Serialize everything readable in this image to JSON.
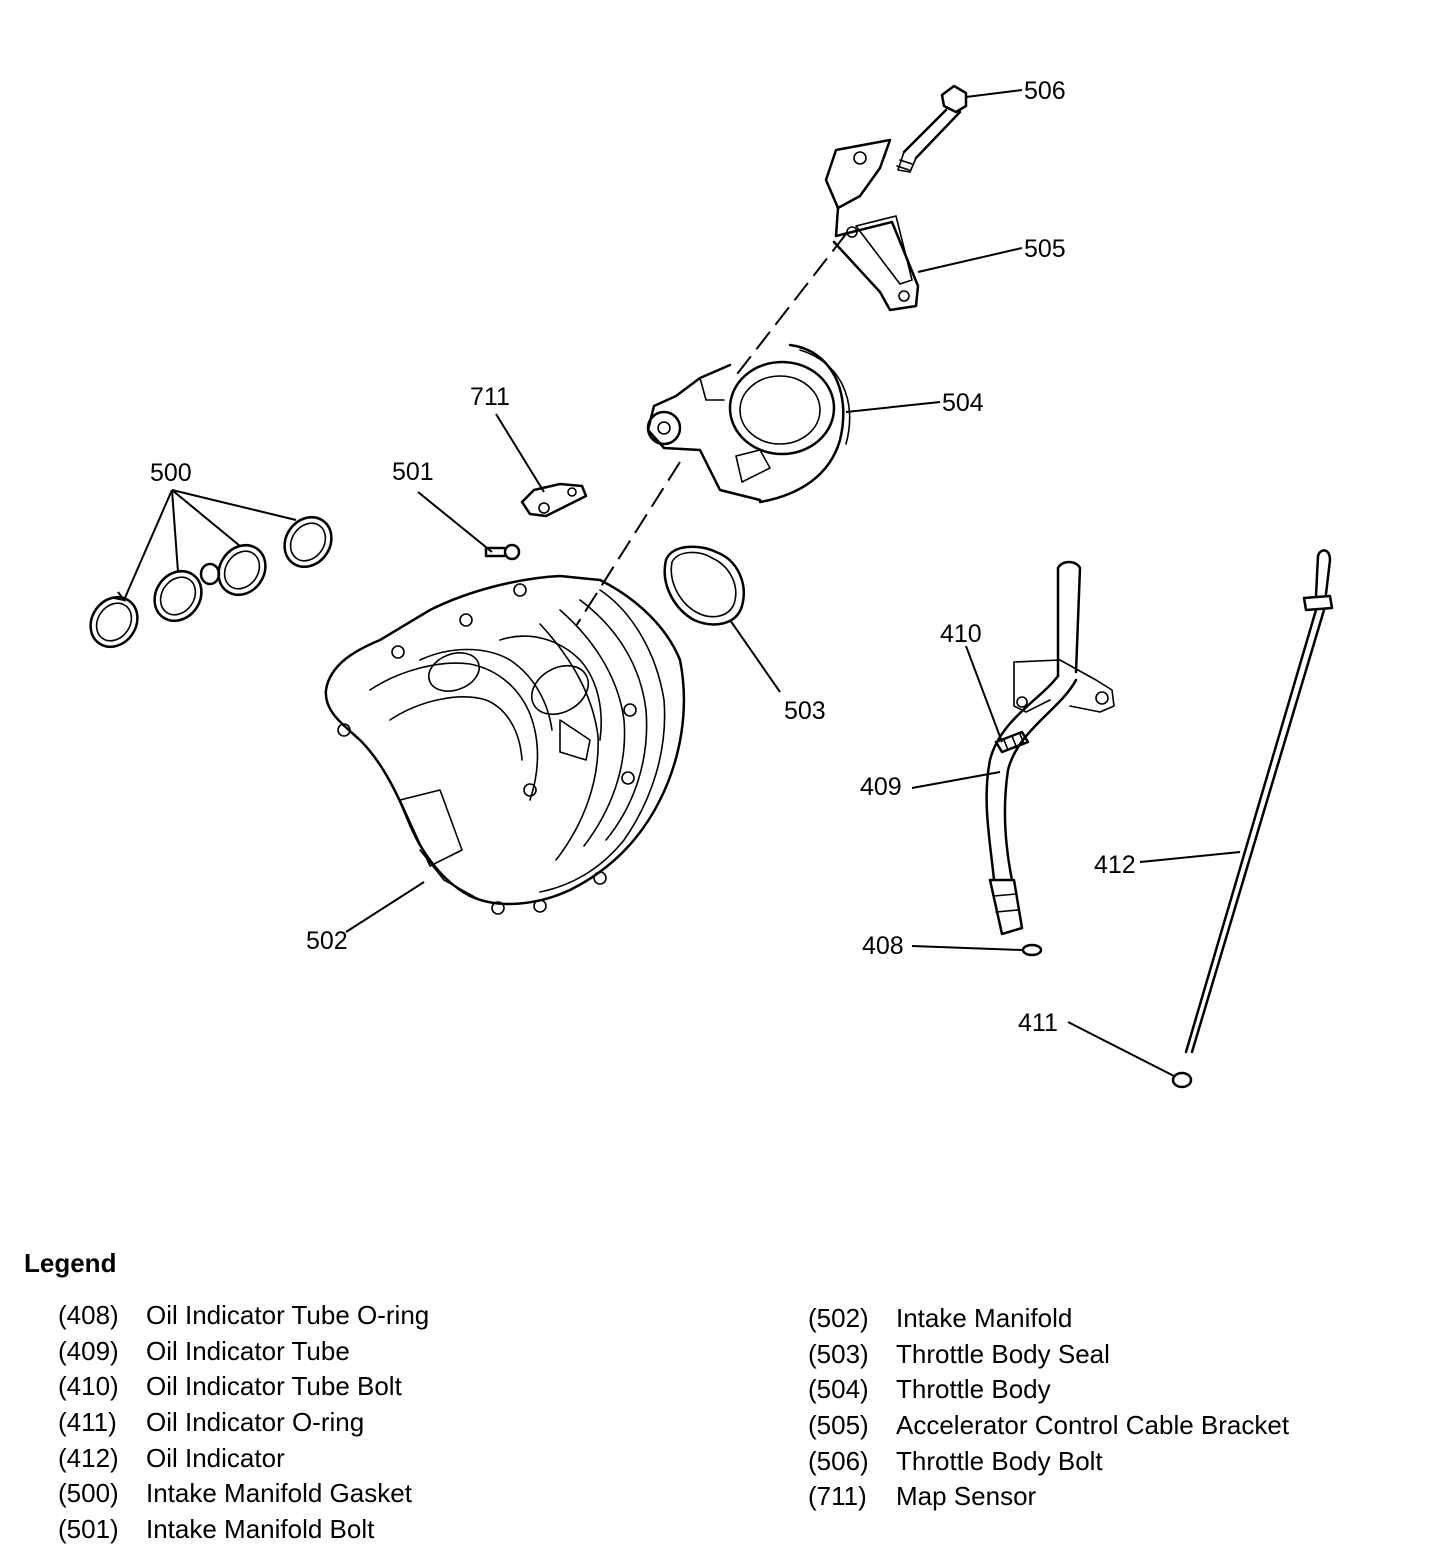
{
  "callouts": {
    "c506": "506",
    "c505": "505",
    "c504": "504",
    "c711": "711",
    "c500": "500",
    "c501": "501",
    "c503": "503",
    "c410": "410",
    "c409": "409",
    "c412": "412",
    "c502": "502",
    "c408": "408",
    "c411": "411"
  },
  "legend": {
    "title": "Legend",
    "left": [
      {
        "code": "(408)",
        "name": "Oil Indicator Tube O-ring"
      },
      {
        "code": "(409)",
        "name": "Oil Indicator Tube"
      },
      {
        "code": "(410)",
        "name": "Oil Indicator Tube Bolt"
      },
      {
        "code": "(411)",
        "name": "Oil Indicator O-ring"
      },
      {
        "code": "(412)",
        "name": "Oil Indicator"
      },
      {
        "code": "(500)",
        "name": "Intake Manifold Gasket"
      },
      {
        "code": "(501)",
        "name": "Intake Manifold Bolt"
      }
    ],
    "right": [
      {
        "code": "(502)",
        "name": "Intake Manifold"
      },
      {
        "code": "(503)",
        "name": "Throttle Body Seal"
      },
      {
        "code": "(504)",
        "name": "Throttle Body"
      },
      {
        "code": "(505)",
        "name": "Accelerator Control Cable Bracket"
      },
      {
        "code": "(506)",
        "name": "Throttle Body Bolt"
      },
      {
        "code": "(711)",
        "name": "Map Sensor"
      }
    ]
  }
}
